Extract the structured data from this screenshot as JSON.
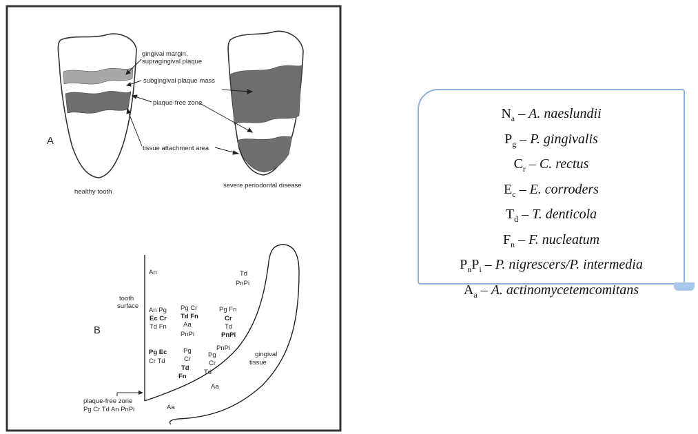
{
  "panel_a": {
    "letter": "A",
    "labels": {
      "gingival_margin": "gingival margin,",
      "supragingival_plaque": "supragingival plaque",
      "subgingival_plaque_mass": "subgingival plaque mass",
      "plaque_free_zone": "plaque-free zone",
      "tissue_attachment_area": "tissue attachment area",
      "healthy_tooth": "healthy tooth",
      "severe_disease": "severe periodontal disease"
    }
  },
  "panel_b": {
    "letter": "B",
    "tooth_surface": [
      "tooth",
      "surface"
    ],
    "gingival_tissue": [
      "gingival",
      "tissue"
    ],
    "plaque_free_zone": [
      "plaque-free zone",
      "Pg Cr Td An PnPi"
    ],
    "bacteria": {
      "an_top": "An",
      "td_top": "Td",
      "pnpi_top": "PnPi",
      "col1_r1": "An Pg",
      "col1_r2": "Ec Cr",
      "col1_r3": "Td Fn",
      "col2_r1": "Pg Cr",
      "col2_r2": "Td Fn",
      "col2_r3": "Aa",
      "col2_r4": "PnPi",
      "col3_r1": "Pg Fn",
      "col3_r2": "Cr",
      "col3_r3": "Td",
      "col3_r4": "PnPi",
      "low1_r1": "Pg Ec",
      "low1_r2": "Cr Td",
      "low2_r1": "Pg",
      "low2_r2": "Cr",
      "low2_r3": "Td",
      "low2_r4": "Fn",
      "low3_r0": "PnPi",
      "low3_r1": "Pg",
      "low3_r2": "Cr",
      "low3_r3": "Td",
      "aa_mid": "Aa",
      "aa_bottom": "Aa"
    }
  },
  "legend": [
    {
      "abbr": "N",
      "sub": "a",
      "rest": " – ",
      "name": "A. naeslundii"
    },
    {
      "abbr": "P",
      "sub": "g",
      "rest": " – ",
      "name": "P. gingivalis"
    },
    {
      "abbr": "C",
      "sub": "r",
      "rest": " – ",
      "name": "C. rectus"
    },
    {
      "abbr": "E",
      "sub": "c",
      "rest": " – ",
      "name": "E. corroders"
    },
    {
      "abbr": "T",
      "sub": "d",
      "rest": " – ",
      "name": "T. denticola"
    },
    {
      "abbr": "F",
      "sub": "n",
      "rest": " – ",
      "name": "F. nucleatum"
    },
    {
      "abbr": "P",
      "sub": "n",
      "abbr2": "P",
      "sub2": "i",
      "rest": " – ",
      "name": "P. nigrescers/P. intermedia"
    },
    {
      "abbr": "A",
      "sub": "a",
      "rest": " – ",
      "name": "A. actinomycetemcomitans"
    }
  ]
}
